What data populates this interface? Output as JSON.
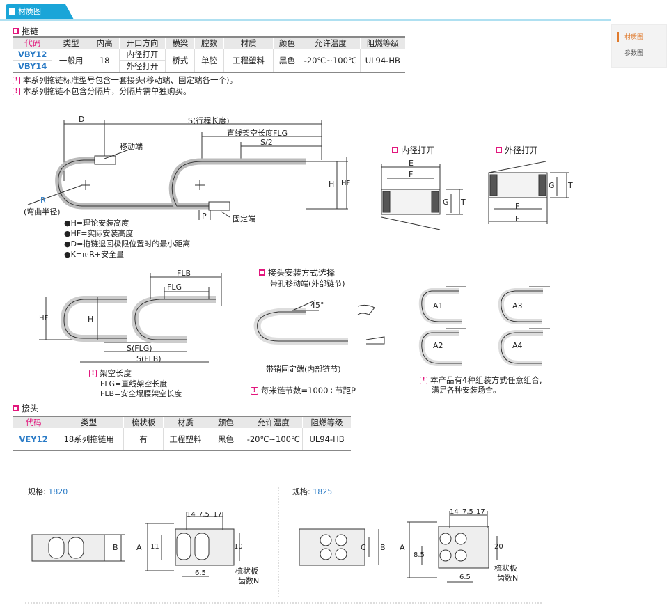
{
  "header": {
    "tab_label": "材质图"
  },
  "sidenav": {
    "items": [
      "材质图",
      "参数图"
    ]
  },
  "drag_chain": {
    "title": "拖链",
    "columns": [
      "代码",
      "类型",
      "内高",
      "开口方向",
      "横梁",
      "腔数",
      "材质",
      "颜色",
      "允许温度",
      "阻燃等级"
    ],
    "rows": [
      [
        "VBY12",
        "一般用",
        "18",
        "内径打开",
        "桥式",
        "单腔",
        "工程塑料",
        "黑色",
        "-20℃~100℃",
        "UL94-HB"
      ],
      [
        "VBY14",
        "",
        "",
        "外径打开",
        "",
        "",
        "",
        "",
        "",
        ""
      ]
    ],
    "notes": [
      "本系列拖链标准型号包含一套接头(移动端、固定端各一个)。",
      "本系列拖链不包含分隔片，分隔片需单独购买。"
    ]
  },
  "diagram1": {
    "labels": {
      "D": "D",
      "S": "S(行程长度)",
      "FLG": "直线架空长度FLG",
      "S2": "S/2",
      "move_end": "移动端",
      "fixed_end": "固定端",
      "R": "R",
      "R_desc": "(弯曲半径)",
      "H": "H",
      "HF": "HF",
      "P": "P"
    },
    "legend": [
      "●H=理论安装高度",
      "●HF=实际安装高度",
      "●D=拖链退回极限位置时的最小距离",
      "●K=π·R+安全量"
    ]
  },
  "opening": {
    "inner_title": "内径打开",
    "outer_title": "外径打开",
    "E": "E",
    "F": "F",
    "G": "G",
    "T": "T"
  },
  "diagram2": {
    "FLB": "FLB",
    "FLG": "FLG",
    "HF": "HF",
    "H": "H",
    "SFLG": "S(FLG)",
    "SFLB": "S(FLB)",
    "notes_title": "架空长度",
    "notes": [
      "FLG=直线架空长度",
      "FLB=安全塌腰架空长度"
    ]
  },
  "joint_method": {
    "title": "接头安装方式选择",
    "subtitle": "带孔移动端(外部链节)",
    "angle": "45°",
    "pin_end": "带销固定端(内部链节)",
    "pitch_note": "每米链节数=1000÷节距P"
  },
  "combos": {
    "labels": [
      "A1",
      "A3",
      "A2",
      "A4"
    ],
    "note_lines": [
      "本产品有4种组装方式任意组合,",
      "满足各种安装场合。"
    ]
  },
  "joint": {
    "title": "接头",
    "columns": [
      "代码",
      "类型",
      "梳状板",
      "材质",
      "颜色",
      "允许温度",
      "阻燃等级"
    ],
    "rows": [
      [
        "VEY12",
        "18系列拖链用",
        "有",
        "工程塑料",
        "黑色",
        "-20℃~100℃",
        "UL94-HB"
      ]
    ]
  },
  "spec1820": {
    "label": "规格:",
    "value": "1820",
    "dims": {
      "d14": "14",
      "d75": "7.5",
      "d17": "17",
      "B": "B",
      "A": "A",
      "d11": "11",
      "d10": "10",
      "d65": "6.5"
    },
    "comb": "梳状板",
    "teeth": "齿数N"
  },
  "spec1825": {
    "label": "规格:",
    "value": "1825",
    "dims": {
      "d14": "14",
      "d75": "7.5",
      "d17": "17",
      "C": "C",
      "B": "B",
      "A": "A",
      "d85": "8.5",
      "d20": "20",
      "d65": "6.5"
    },
    "comb": "梳状板",
    "teeth": "齿数N"
  }
}
